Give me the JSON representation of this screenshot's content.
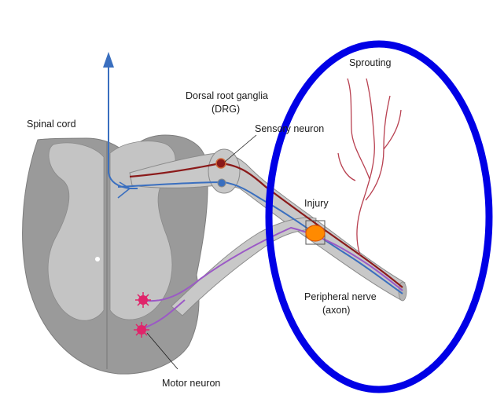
{
  "labels": {
    "spinal_cord": "Spinal cord",
    "drg_line1": "Dorsal root ganglia",
    "drg_line2": "(DRG)",
    "sensory_neuron": "Sensory neuron",
    "sprouting": "Sprouting",
    "injury": "Injury",
    "peripheral_line1": "Peripheral nerve",
    "peripheral_line2": "(axon)",
    "motor_neuron": "Motor neuron"
  },
  "colors": {
    "cord_outer": "#9a9a9a",
    "cord_inner": "#c4c4c4",
    "nerve": "#c8c8c8",
    "sensory_axon": "#8b1a1a",
    "blue_axon": "#3a6fbf",
    "motor_axon": "#9b59c6",
    "injury": "#ff8a00",
    "motor_soma": "#e0246a",
    "highlight_ellipse": "#0000e6"
  }
}
